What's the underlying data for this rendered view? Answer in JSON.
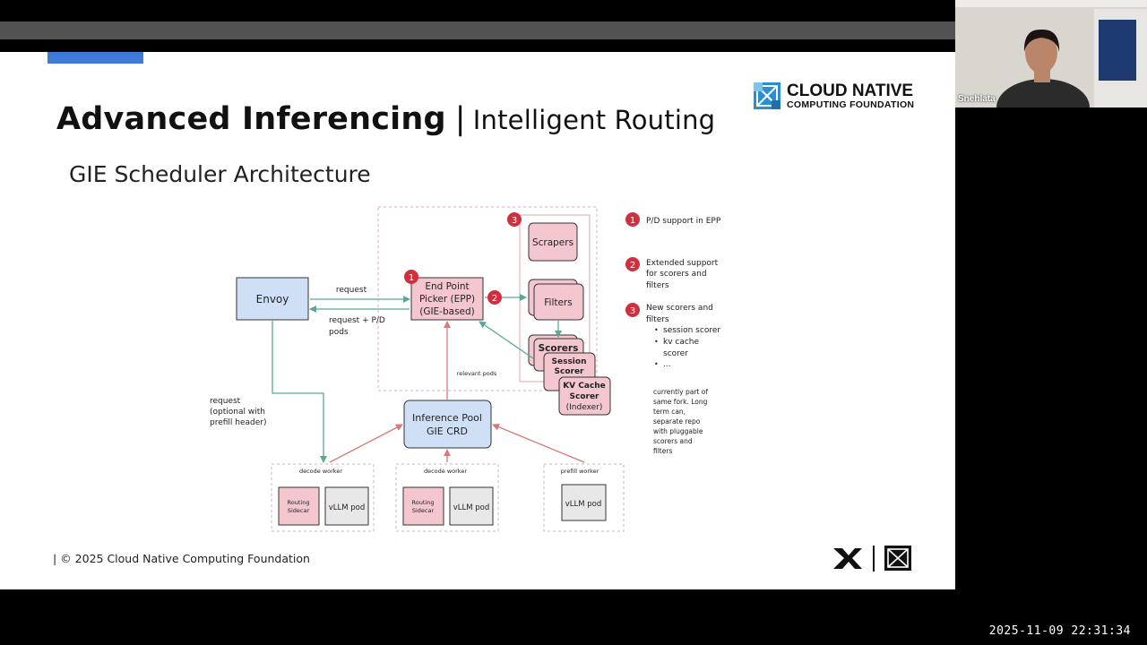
{
  "slide": {
    "title_bold": "Advanced Inferencing",
    "title_sep": "|",
    "title_rest": "Intelligent Routing",
    "subtitle": "GIE Scheduler Architecture",
    "logo_line1": "CLOUD NATIVE",
    "logo_line2": "COMPUTING FOUNDATION",
    "footer": "| © 2025 Cloud Native Computing Foundation",
    "colors": {
      "accent_tab": "#3e7ad6",
      "pink_box": "#f4c7cf",
      "blue_box": "#cfe0f6",
      "badge": "#d0303e",
      "teal_arrow": "#5aa896",
      "red_arrow": "#d87878"
    }
  },
  "diagram": {
    "envoy": "Envoy",
    "epp_l1": "End Point",
    "epp_l2": "Picker (EPP)",
    "epp_l3": "(GIE-based)",
    "scrapers": "Scrapers",
    "filters": "Filters",
    "scorers": "Scorers",
    "session_l1": "Session",
    "session_l2": "Scorer",
    "kv_l1": "KV Cache",
    "kv_l2": "Scorer",
    "kv_l3": "(Indexer)",
    "pool_l1": "Inference Pool",
    "pool_l2": "GIE CRD",
    "request": "request",
    "req_pd_l1": "request + P/D",
    "req_pd_l2": "pods",
    "relevant_pods": "relevant pods",
    "req_opt_l1": "request",
    "req_opt_l2": "(optional with",
    "req_opt_l3": "prefill header)",
    "decode_worker": "decode worker",
    "prefill_worker": "prefill worker",
    "routing_l1": "Routing",
    "routing_l2": "Sidecar",
    "vllm_pod": "vLLM pod",
    "badge1": "1",
    "badge2": "2",
    "badge3": "3"
  },
  "notes": {
    "n1": "P/D support in EPP",
    "n2_l1": "Extended support",
    "n2_l2": "for scorers and",
    "n2_l3": "filters",
    "n3_l1": "New scorers and",
    "n3_l2": "filters",
    "b1": "session scorer",
    "b2_l1": "kv cache",
    "b2_l2": "scorer",
    "b3": "...",
    "fork_l1": "currently part of",
    "fork_l2": "same fork. Long",
    "fork_l3": "term can,",
    "fork_l4": "separate repo",
    "fork_l5": "with pluggable",
    "fork_l6": "scorers and",
    "fork_l7": "filters"
  },
  "video": {
    "name": "Snehlata"
  },
  "timestamp": "2025-11-09 22:31:34"
}
